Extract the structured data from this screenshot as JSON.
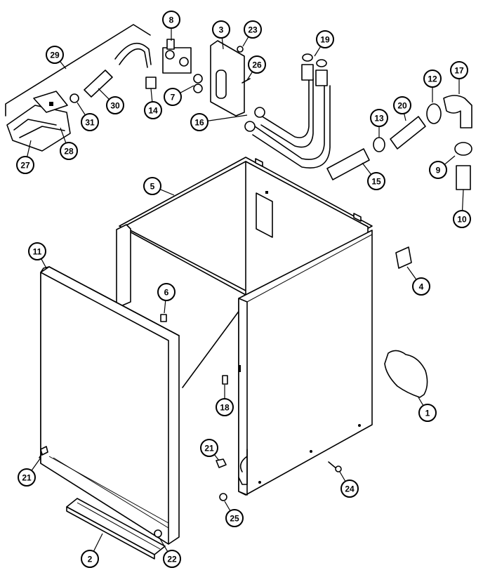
{
  "callouts": [
    {
      "id": "c1",
      "label": "1"
    },
    {
      "id": "c2",
      "label": "2"
    },
    {
      "id": "c3",
      "label": "3"
    },
    {
      "id": "c4",
      "label": "4"
    },
    {
      "id": "c5",
      "label": "5"
    },
    {
      "id": "c6",
      "label": "6"
    },
    {
      "id": "c7",
      "label": "7"
    },
    {
      "id": "c8",
      "label": "8"
    },
    {
      "id": "c9",
      "label": "9"
    },
    {
      "id": "c10",
      "label": "10"
    },
    {
      "id": "c11",
      "label": "11"
    },
    {
      "id": "c12",
      "label": "12"
    },
    {
      "id": "c13",
      "label": "13"
    },
    {
      "id": "c14",
      "label": "14"
    },
    {
      "id": "c15",
      "label": "15"
    },
    {
      "id": "c16",
      "label": "16"
    },
    {
      "id": "c17",
      "label": "17"
    },
    {
      "id": "c18",
      "label": "18"
    },
    {
      "id": "c19",
      "label": "19"
    },
    {
      "id": "c20",
      "label": "20"
    },
    {
      "id": "c21a",
      "label": "21"
    },
    {
      "id": "c21b",
      "label": "21"
    },
    {
      "id": "c22",
      "label": "22"
    },
    {
      "id": "c23",
      "label": "23"
    },
    {
      "id": "c24",
      "label": "24"
    },
    {
      "id": "c25",
      "label": "25"
    },
    {
      "id": "c26",
      "label": "26"
    },
    {
      "id": "c27",
      "label": "27"
    },
    {
      "id": "c28",
      "label": "28"
    },
    {
      "id": "c29",
      "label": "29"
    },
    {
      "id": "c30",
      "label": "30"
    },
    {
      "id": "c31",
      "label": "31"
    }
  ]
}
